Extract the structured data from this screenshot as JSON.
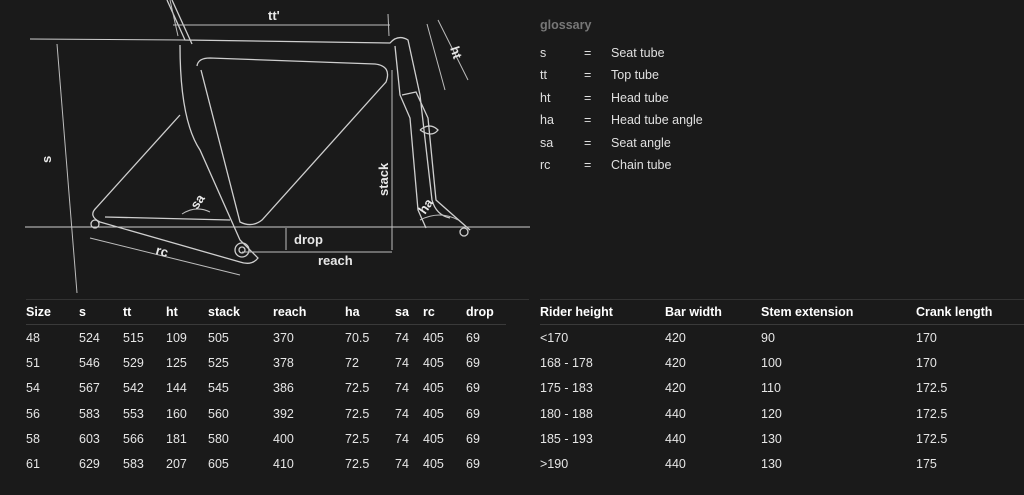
{
  "diagram": {
    "labels": {
      "tt": "tt'",
      "ht": "ht",
      "s": "s",
      "stack": "stack",
      "sa": "sa",
      "ha": "ha",
      "rc": "rc",
      "drop": "drop",
      "reach": "reach"
    }
  },
  "glossary": {
    "title": "glossary",
    "items": [
      {
        "abbr": "s",
        "eq": "=",
        "def": "Seat tube"
      },
      {
        "abbr": "tt",
        "eq": "=",
        "def": "Top tube"
      },
      {
        "abbr": "ht",
        "eq": "=",
        "def": "Head tube"
      },
      {
        "abbr": "ha",
        "eq": "=",
        "def": "Head tube angle"
      },
      {
        "abbr": "sa",
        "eq": "=",
        "def": "Seat angle"
      },
      {
        "abbr": "rc",
        "eq": "=",
        "def": "Chain tube"
      }
    ]
  },
  "geometry_table": {
    "headers": [
      "Size",
      "s",
      "tt",
      "ht",
      "stack",
      "reach",
      "ha",
      "sa",
      "rc",
      "drop"
    ],
    "rows": [
      [
        "48",
        "524",
        "515",
        "109",
        "505",
        "370",
        "70.5",
        "74",
        "405",
        "69"
      ],
      [
        "51",
        "546",
        "529",
        "125",
        "525",
        "378",
        "72",
        "74",
        "405",
        "69"
      ],
      [
        "54",
        "567",
        "542",
        "144",
        "545",
        "386",
        "72.5",
        "74",
        "405",
        "69"
      ],
      [
        "56",
        "583",
        "553",
        "160",
        "560",
        "392",
        "72.5",
        "74",
        "405",
        "69"
      ],
      [
        "58",
        "603",
        "566",
        "181",
        "580",
        "400",
        "72.5",
        "74",
        "405",
        "69"
      ],
      [
        "61",
        "629",
        "583",
        "207",
        "605",
        "410",
        "72.5",
        "74",
        "405",
        "69"
      ]
    ]
  },
  "rider_table": {
    "headers": [
      "Rider height",
      "Bar width",
      "Stem extension",
      "Crank length"
    ],
    "rows": [
      [
        "<170",
        "420",
        "90",
        "170"
      ],
      [
        "168 - 178",
        "420",
        "100",
        "170"
      ],
      [
        "175 - 183",
        "420",
        "110",
        "172.5"
      ],
      [
        "180 - 188",
        "440",
        "120",
        "172.5"
      ],
      [
        "185 - 193",
        "440",
        "130",
        "172.5"
      ],
      [
        ">190",
        "440",
        "130",
        "175"
      ]
    ]
  }
}
